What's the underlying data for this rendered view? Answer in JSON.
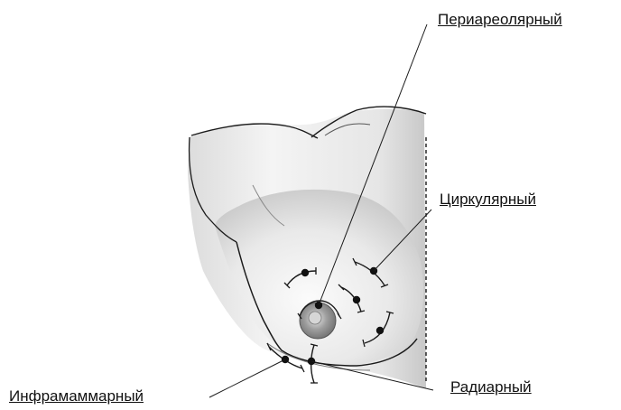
{
  "labels": {
    "periareolar": "Периареолярный",
    "circular": "Циркулярный",
    "radial": "Радиарный",
    "inframammary": "Инфрамаммарный"
  },
  "colors": {
    "line": "#1a1a1a",
    "skin_light": "#f2f2f2",
    "skin_shadow": "#bdbdbd",
    "areola": "#9a9a9a"
  }
}
